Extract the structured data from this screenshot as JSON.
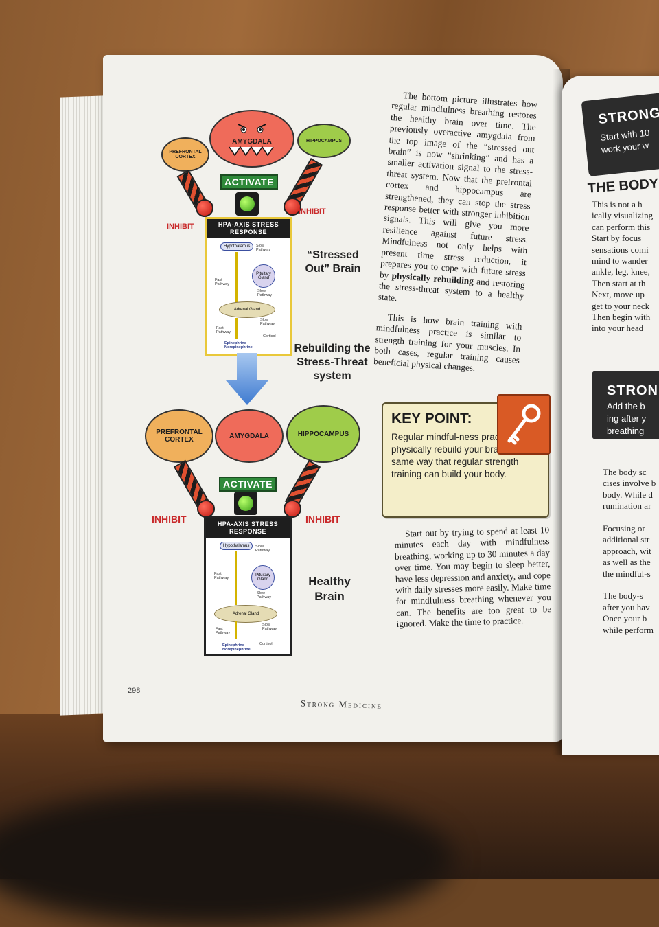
{
  "diagram": {
    "top": {
      "prefrontal": "PREFRONTAL CORTEX",
      "amygdala": "AMYGDALA",
      "hippocampus": "HIPPOCAMPUS",
      "activate": "ACTIVATE",
      "inhibit_left": "INHIBIT",
      "inhibit_right": "INHIBIT",
      "hpa_title": "HPA-AXIS STRESS RESPONSE",
      "hypothalamus": "Hypothalamus",
      "slow_pathway_1": "Slow Pathway",
      "pituitary": "Pituitary Gland",
      "fast_pathway_1": "Fast Pathway",
      "slow_pathway_2": "Slow Pathway",
      "adrenal": "Adrenal Gland",
      "slow_pathway_3": "Slow Pathway",
      "fast_pathway_2": "Fast Pathway",
      "cortisol": "Cortisol",
      "epinephrine": "Epinephrine Norepinephrine",
      "caption": "“Stressed Out” Brain"
    },
    "middle_caption": "Rebuilding the Stress-Threat system",
    "bottom": {
      "prefrontal": "PREFRONTAL CORTEX",
      "amygdala": "AMYGDALA",
      "hippocampus": "HIPPOCAMPUS",
      "activate": "ACTIVATE",
      "inhibit_left": "INHIBIT",
      "inhibit_right": "INHIBIT",
      "hpa_title": "HPA-AXIS STRESS RESPONSE",
      "hypothalamus": "Hypothalamus",
      "slow_pathway_1": "Slow Pathway",
      "pituitary": "Pituitary Gland",
      "fast_pathway_1": "Fast Pathway",
      "slow_pathway_2": "Slow Pathway",
      "adrenal": "Adrenal Gland",
      "slow_pathway_3": "Slow Pathway",
      "fast_pathway_2": "Fast Pathway",
      "cortisol": "Cortisol",
      "epinephrine": "Epinephrine Norepinephrine",
      "caption": "Healthy Brain"
    }
  },
  "text": {
    "p1_before": "The bottom picture illustrates how regular mindfulness breathing restores the healthy brain over time. The previously overactive amygdala from the top image of the “stressed out brain” is now “shrinking” and has a smaller activation signal to the stress-threat system. Now that the prefrontal cortex and hippocampus are strengthened, they can stop the stress response better with stronger inhibition signals. This will give you more resilience against future stress. Mindfulness not only helps with present time stress reduction, it prepares you to cope with future stress by ",
    "p1_bold": "physically rebuilding",
    "p1_after": " and restoring the stress-threat system to a healthy state.",
    "p2": "This is how brain training with mindfulness practice is similar to strength training for your muscles. In both cases, regular training causes beneficial physical changes.",
    "p3": "Start out by trying to spend at least 10 minutes each day with mindfulness breathing, working up to 30 minutes a day over time. You may begin to sleep better, have less depression and anxiety, and cope with daily stresses more easily. Make time for mindfulness breathing whenever you can. The benefits are too great to be ignored. Make the time to practice."
  },
  "key_point": {
    "title": "KEY POINT:",
    "body": "Regular mindful-ness practice can physically rebuild your brain in the same way that regular strength training can build your body.",
    "icon": "key-icon",
    "accent": "#d95a25"
  },
  "footer": {
    "page_number": "298",
    "book_title": "Strong Medicine"
  },
  "right_page": {
    "box1_title": "STRONG",
    "box1_line1": "Start with 10",
    "box1_line2": "work your w",
    "heading": "THE BODY",
    "lines_a": [
      "This is not a h",
      "ically visualizing",
      "can perform this",
      "Start by focus",
      "sensations comi",
      "mind to wander",
      "ankle, leg, knee,",
      "Then start at th",
      "Next, move up",
      "get to your neck",
      "Then begin with",
      "into your head"
    ],
    "box2_title": "STRON",
    "box2_line1": "Add the b",
    "box2_line2": "ing after y",
    "box2_line3": "breathing",
    "lines_b": [
      "The body sc",
      "cises involve b",
      "body. While d",
      "rumination ar",
      "",
      "Focusing or",
      "additional str",
      "approach, wit",
      "as well as the",
      "the mindful-s",
      "",
      "The body-s",
      "after you hav",
      "Once your b",
      "while perform"
    ]
  }
}
